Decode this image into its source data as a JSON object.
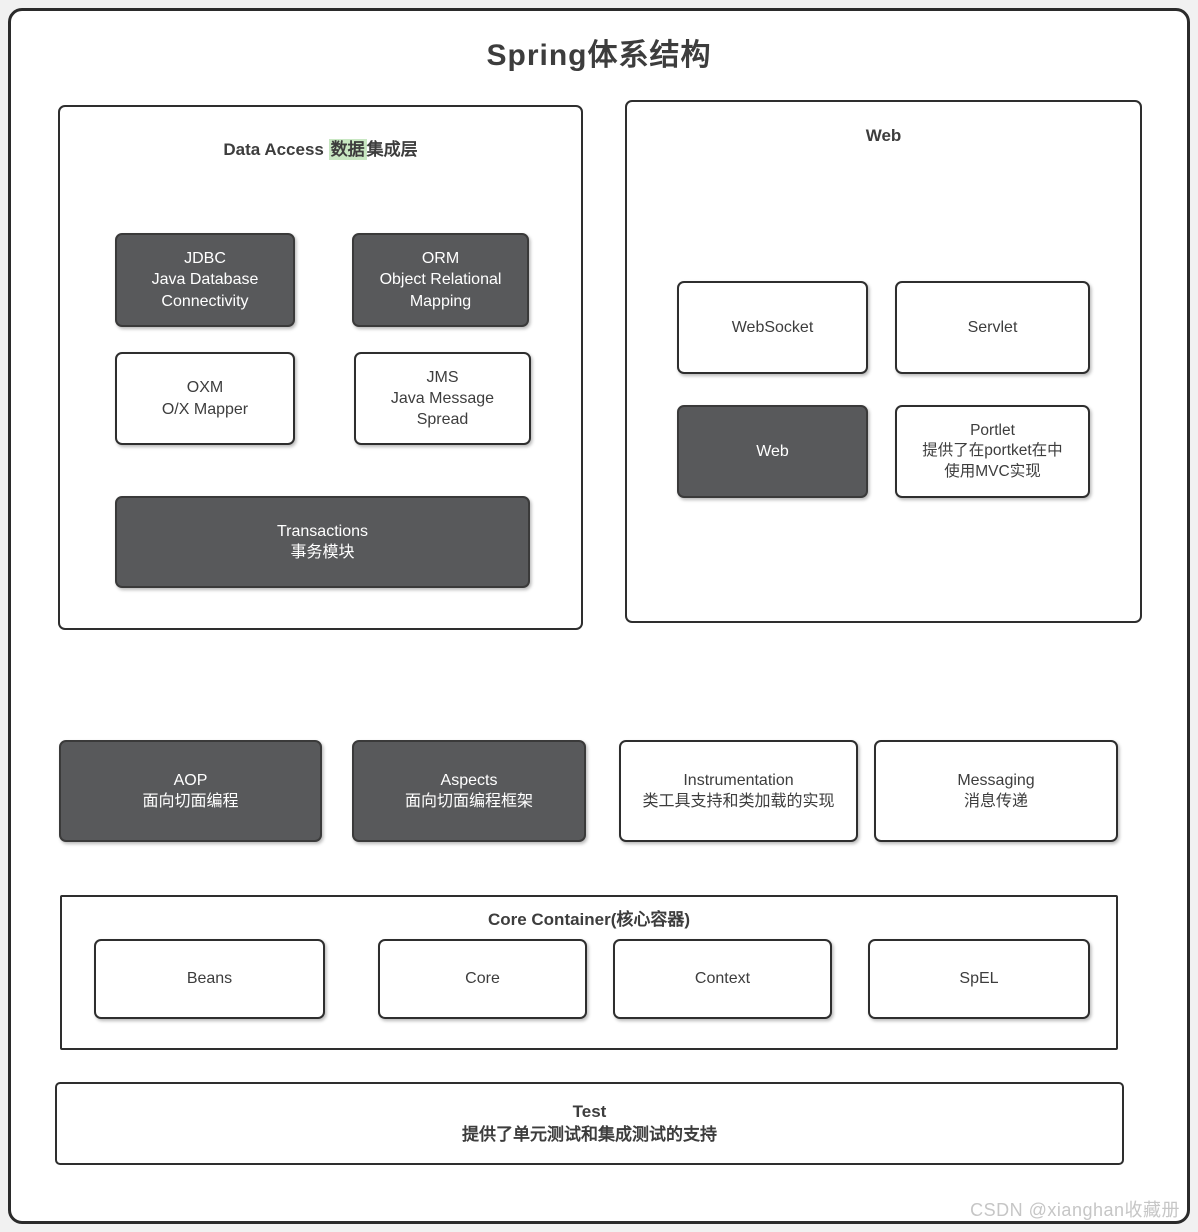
{
  "title": "Spring体系结构",
  "watermark": "CSDN @xianghan收藏册",
  "colors": {
    "dark_box_bg": "#58595b",
    "dark_box_text": "#ffffff",
    "box_border": "#2e2e2e",
    "text": "#3d3d3d",
    "highlight_green": "#c8e7c2",
    "page_bg": "#f1f1f1"
  },
  "data_access": {
    "title_prefix": "Data Access ",
    "title_highlight": "数据",
    "title_suffix": "集成层",
    "jdbc": "JDBC\nJava Database\nConnectivity",
    "orm": "ORM\nObject Relational\nMapping",
    "oxm": "OXM\nO/X Mapper",
    "jms": "JMS\nJava Message\nSpread",
    "transactions": "Transactions\n事务模块"
  },
  "web": {
    "title": "Web",
    "websocket": "WebSocket",
    "servlet": "Servlet",
    "web": "Web",
    "portlet": "Portlet\n提供了在portket在中\n使用MVC实现"
  },
  "middleware": {
    "aop": "AOP\n面向切面编程",
    "aspects": "Aspects\n面向切面编程框架",
    "instrumentation": "Instrumentation\n类工具支持和类加载的实现",
    "messaging": "Messaging\n消息传递"
  },
  "core_container": {
    "title": "Core Container(核心容器)",
    "beans": "Beans",
    "core": "Core",
    "context": "Context",
    "spel": "SpEL"
  },
  "test": "Test\n提供了单元测试和集成测试的支持"
}
